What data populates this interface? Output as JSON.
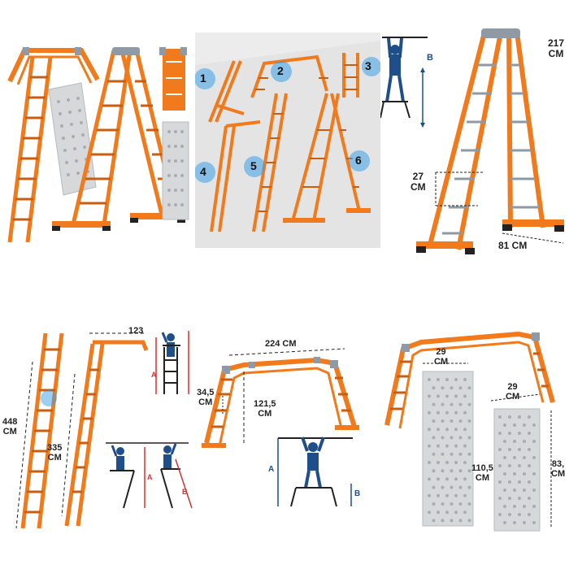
{
  "colors": {
    "ladder": "#f07a1c",
    "ladder_dark": "#c95d10",
    "hinge": "#8e9aa6",
    "foot": "#222222",
    "plate": "#d6d8da",
    "plate_dot": "#a9adb1",
    "person": "#1f4f8a",
    "arrow_red": "#d83030",
    "arrow_blue": "#1f4f8a",
    "splash": "#3aa0e8"
  },
  "panel2": {
    "config_numbers": [
      "1",
      "2",
      "3",
      "4",
      "5",
      "6"
    ]
  },
  "panel3": {
    "height_label": "217\nCM",
    "rung_spacing": "27\nCM",
    "base_width": "81 CM",
    "arrow_label": "B"
  },
  "panel4": {
    "length_label": "448\nCM",
    "height_label": "335\nCM",
    "top_width": "123",
    "arrow_a": "A",
    "arrow_a2": "A",
    "arrow_b": "B"
  },
  "panel5": {
    "span_label": "224 CM",
    "rung_label": "34,5\nCM",
    "height_label": "121,5\nCM",
    "arrow_a": "A",
    "arrow_b": "B"
  },
  "panel6": {
    "plate1_width": "29\nCM",
    "plate1_length": "110,5\nCM",
    "plate2_width": "29\nCM",
    "plate2_length": "83,\nCM"
  }
}
